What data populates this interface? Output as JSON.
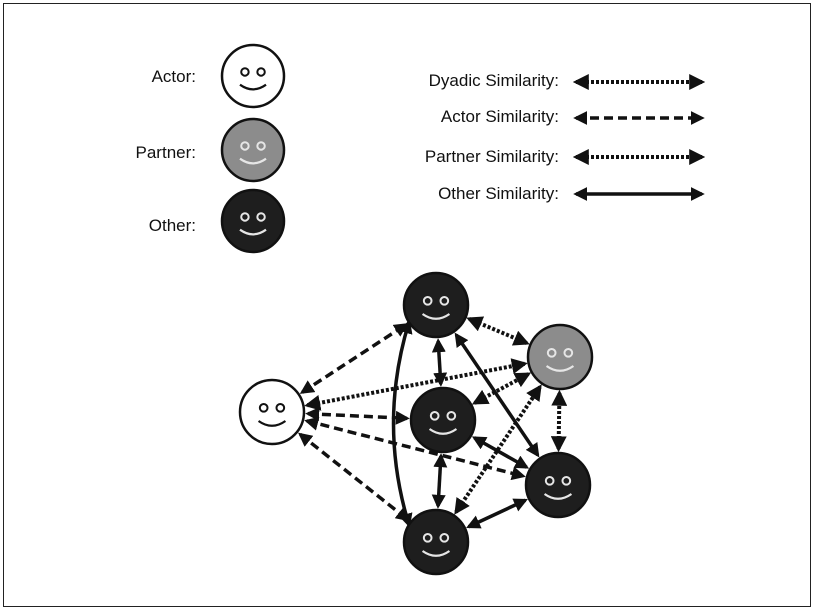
{
  "legend_faces": {
    "actor_label": "Actor:",
    "partner_label": "Partner:",
    "other_label": "Other:"
  },
  "legend_lines": {
    "dyadic_label": "Dyadic Similarity:",
    "actor_label": "Actor Similarity:",
    "partner_label": "Partner Similarity:",
    "other_label": "Other Similarity:"
  },
  "colors": {
    "actor_fill": "#ffffff",
    "partner_fill": "#8c8c8c",
    "other_fill": "#1e1e1e",
    "stroke": "#111111"
  },
  "network": {
    "nodes": [
      {
        "id": "actor",
        "role": "actor"
      },
      {
        "id": "other-top",
        "role": "other"
      },
      {
        "id": "other-middle",
        "role": "other"
      },
      {
        "id": "other-bottom",
        "role": "other"
      },
      {
        "id": "other-right",
        "role": "other"
      },
      {
        "id": "partner",
        "role": "partner"
      }
    ],
    "edges": [
      {
        "from": "actor",
        "to": "other-top",
        "type": "actor"
      },
      {
        "from": "actor",
        "to": "other-middle",
        "type": "actor"
      },
      {
        "from": "actor",
        "to": "other-right",
        "type": "actor"
      },
      {
        "from": "actor",
        "to": "other-bottom",
        "type": "actor"
      },
      {
        "from": "actor",
        "to": "partner",
        "type": "dyadic"
      },
      {
        "from": "other-top",
        "to": "partner",
        "type": "partner"
      },
      {
        "from": "other-middle",
        "to": "partner",
        "type": "partner"
      },
      {
        "from": "other-right",
        "to": "partner",
        "type": "partner"
      },
      {
        "from": "other-bottom",
        "to": "partner",
        "type": "partner"
      },
      {
        "from": "other-top",
        "to": "other-middle",
        "type": "other"
      },
      {
        "from": "other-top",
        "to": "other-right",
        "type": "other"
      },
      {
        "from": "other-middle",
        "to": "other-right",
        "type": "other"
      },
      {
        "from": "other-middle",
        "to": "other-bottom",
        "type": "other"
      },
      {
        "from": "other-bottom",
        "to": "other-right",
        "type": "other"
      },
      {
        "from": "other-top",
        "to": "other-bottom",
        "type": "other-curved"
      }
    ]
  }
}
